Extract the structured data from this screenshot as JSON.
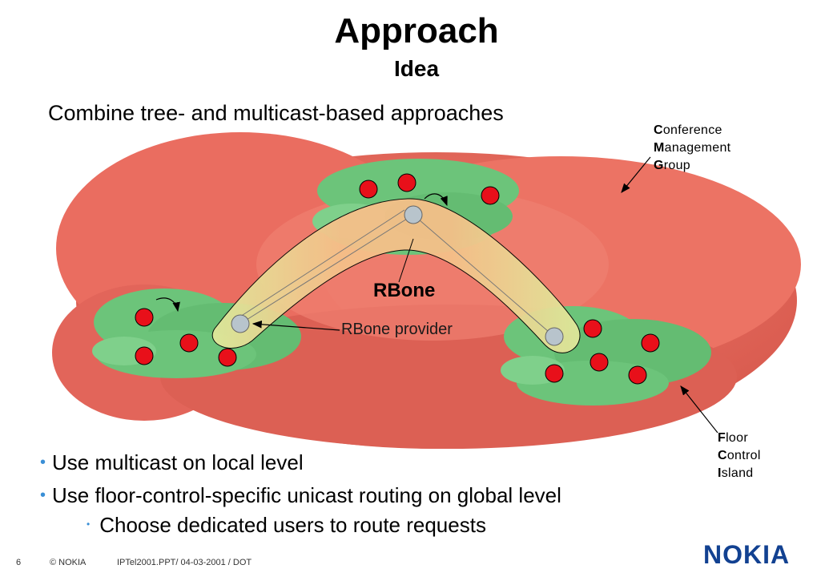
{
  "slide": {
    "title": "Approach",
    "subtitle": "Idea",
    "headline": "Combine tree- and multicast-based approaches"
  },
  "labels": {
    "cmg": [
      {
        "initial": "C",
        "rest": "onference"
      },
      {
        "initial": "M",
        "rest": "anagement"
      },
      {
        "initial": "G",
        "rest": "roup"
      }
    ],
    "fci": [
      {
        "initial": "F",
        "rest": "loor"
      },
      {
        "initial": "C",
        "rest": "ontrol"
      },
      {
        "initial": "I",
        "rest": "sland"
      }
    ],
    "rbone": "RBone",
    "rbone_provider": "RBone provider"
  },
  "bullets": [
    "Use multicast on local level",
    "Use floor-control-specific unicast routing on global level"
  ],
  "sub_bullets": [
    "Choose dedicated users to route requests"
  ],
  "footer": {
    "page": "6",
    "copyright": "© NOKIA",
    "reference": "IPTel2001.PPT/ 04-03-2001 / DOT",
    "logo_text": "NOKIA"
  },
  "colors": {
    "group_cloud": "#e8685c",
    "island_cloud": "#6cc47a",
    "rbone_band": "#f5c089",
    "user_node": "#e8101a",
    "provider_node": "#b8c4cc",
    "bullet": "#3a8fd6",
    "logo": "#124191"
  }
}
